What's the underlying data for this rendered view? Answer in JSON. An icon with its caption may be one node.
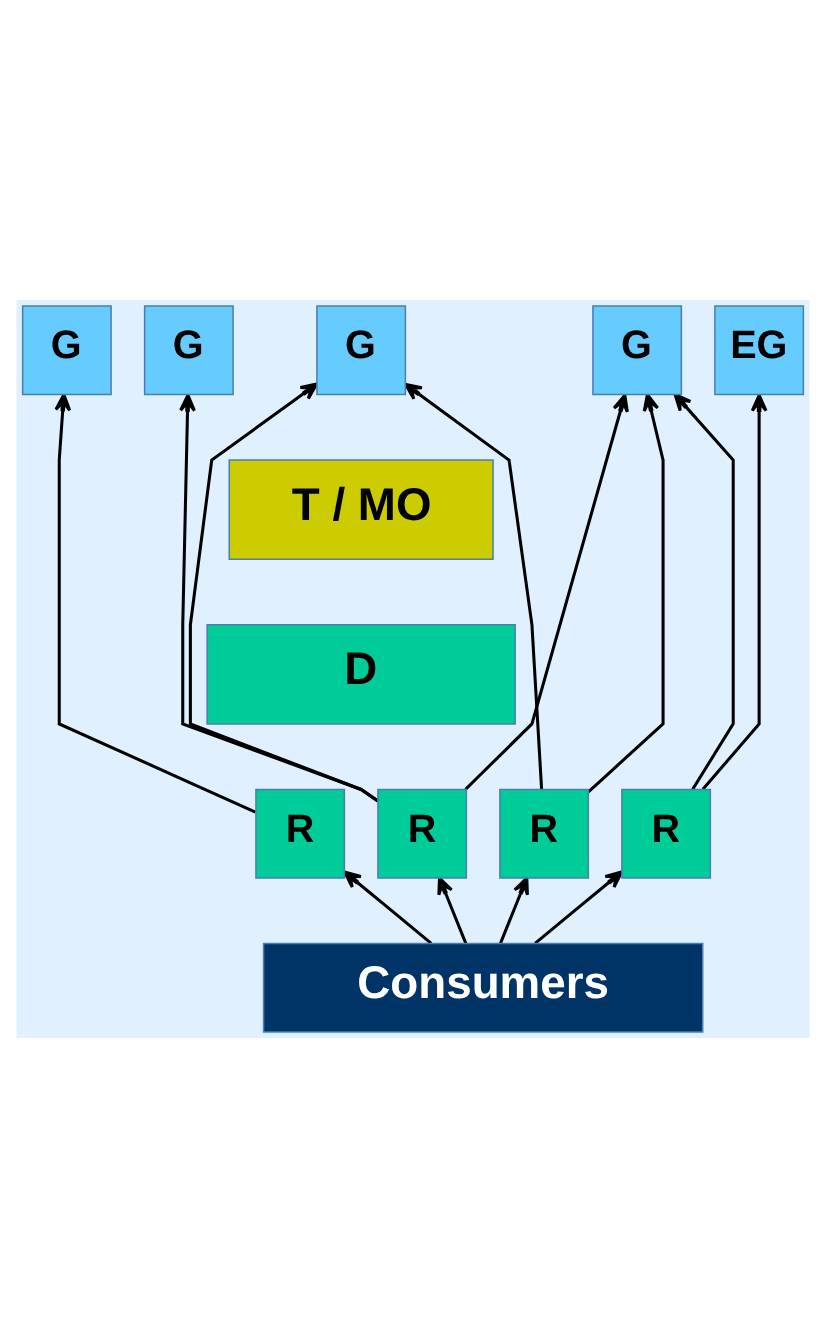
{
  "diagram": {
    "nodes": [
      {
        "text": [
          "G"
        ]
      },
      {
        "text": [
          "G"
        ]
      },
      {
        "text": [
          "G"
        ]
      },
      {
        "text": [
          "G"
        ]
      },
      {
        "text": [
          "EG"
        ]
      },
      {
        "text": [
          "T / MO"
        ]
      },
      {
        "text": [
          "D"
        ]
      },
      {
        "text": [
          "R"
        ]
      },
      {
        "text": [
          "R"
        ]
      },
      {
        "text": [
          "R"
        ]
      },
      {
        "text": [
          "R"
        ]
      },
      {
        "text": [
          "Consumers"
        ]
      }
    ],
    "edges": [
      {
        "from": 7,
        "to": 0,
        "arrow": "to"
      },
      {
        "from": 8,
        "to": 1,
        "arrow": "to"
      },
      {
        "from": 8,
        "to": 2,
        "arrow": "to"
      },
      {
        "from": 8,
        "to": 3,
        "arrow": "to"
      },
      {
        "from": 9,
        "to": 2,
        "arrow": "to"
      },
      {
        "from": 9,
        "to": 3,
        "arrow": "to"
      },
      {
        "from": 10,
        "to": 3,
        "arrow": "to"
      },
      {
        "from": 10,
        "to": 4,
        "arrow": "to"
      },
      {
        "from": 11,
        "to": 7,
        "arrow": "to"
      },
      {
        "from": 11,
        "to": 8,
        "arrow": "to"
      },
      {
        "from": 11,
        "to": 9,
        "arrow": "to"
      },
      {
        "from": 11,
        "to": 10,
        "arrow": "to"
      }
    ]
  }
}
